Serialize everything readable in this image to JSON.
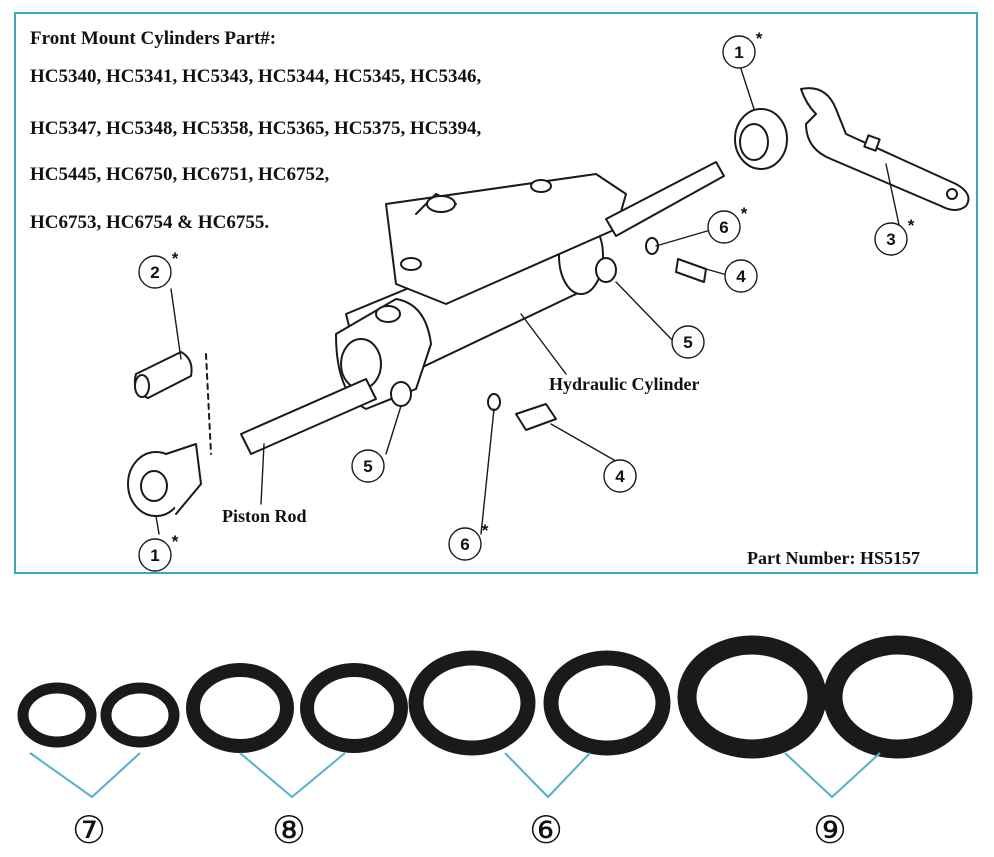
{
  "header": {
    "title": "Front Mount Cylinders Part#:",
    "model_lines": [
      "HC5340, HC5341, HC5343, HC5344, HC5345, HC5346,",
      "HC5347, HC5348, HC5358, HC5365, HC5375, HC5394,",
      "HC5445, HC6750, HC6751, HC6752,",
      "HC6753, HC6754 & HC6755."
    ]
  },
  "labels": {
    "hydraulic_cylinder": "Hydraulic Cylinder",
    "piston_rod": "Piston Rod",
    "part_number": "Part Number: HS5157"
  },
  "callouts": [
    {
      "num": "1",
      "star": "*"
    },
    {
      "num": "2",
      "star": "*"
    },
    {
      "num": "3",
      "star": "*"
    },
    {
      "num": "4",
      "star": ""
    },
    {
      "num": "5",
      "star": ""
    },
    {
      "num": "6",
      "star": "*"
    }
  ],
  "oring_groups": [
    {
      "label": "⑦"
    },
    {
      "label": "⑧"
    },
    {
      "label": "⑥"
    },
    {
      "label": "⑨"
    }
  ],
  "colors": {
    "border": "#3aa6c6",
    "bracket": "#4db3cf",
    "oring": "#1a1a1a"
  }
}
